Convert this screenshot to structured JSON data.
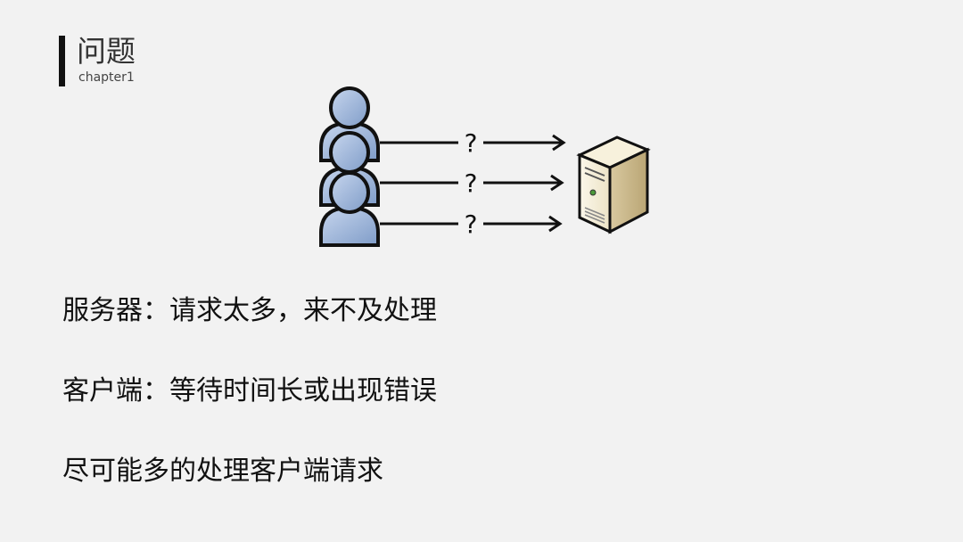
{
  "slide": {
    "title": "问题",
    "subtitle": "chapter1"
  },
  "diagram": {
    "clients_icon": "users-icon",
    "server_icon": "server-tower-icon",
    "arrow_labels": [
      "?",
      "?",
      "?"
    ]
  },
  "body": {
    "lines": [
      "服务器：请求太多，来不及处理",
      "客户端：等待时间长或出现错误",
      "尽可能多的处理客户端请求"
    ]
  }
}
